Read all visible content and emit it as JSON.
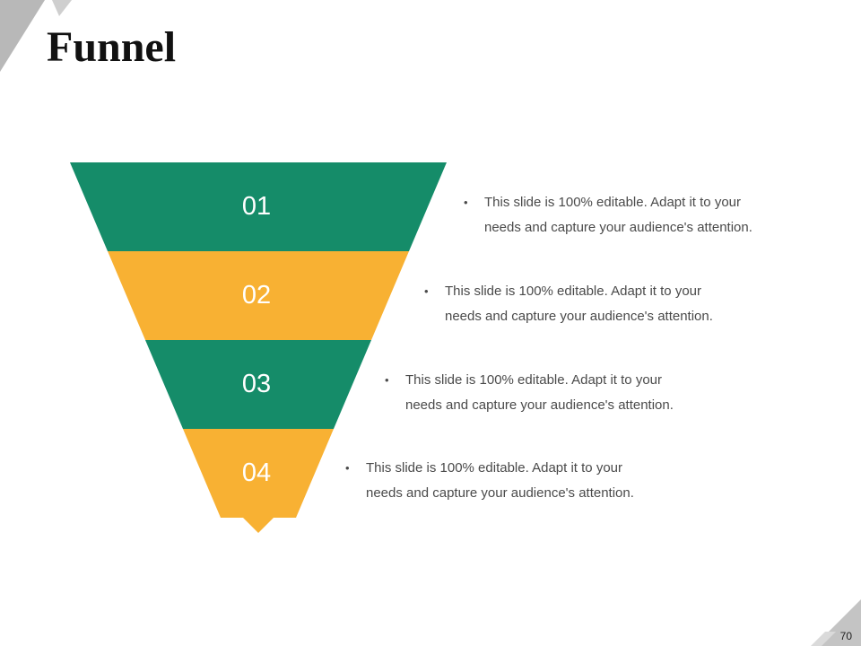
{
  "slide": {
    "title": "Funnel",
    "page_number": "70",
    "colors": {
      "green": "#158c69",
      "yellow": "#f8b133",
      "label": "#ffffff",
      "corner": "#b8b8b8"
    }
  },
  "funnel": {
    "stages": [
      {
        "label": "01",
        "color": "#158c69",
        "text": "This slide is 100% editable. Adapt it to your needs and capture your audience's attention.",
        "line1": "This slide is 100% editable. Adapt it to your",
        "line2": "needs and capture your audience's attention."
      },
      {
        "label": "02",
        "color": "#f8b133",
        "text": "This slide is 100% editable. Adapt it to your needs and capture your audience's attention.",
        "line1": "This slide is 100% editable. Adapt it to your",
        "line2": "needs and capture your audience's attention."
      },
      {
        "label": "03",
        "color": "#158c69",
        "text": "This slide is 100% editable. Adapt it to your needs and capture your audience's attention.",
        "line1": "This slide is 100% editable. Adapt it to your",
        "line2": "needs and capture your audience's attention."
      },
      {
        "label": "04",
        "color": "#f8b133",
        "text": "This slide is 100% editable. Adapt it to your needs and capture your audience's attention.",
        "line1": "This slide is 100% editable. Adapt it to your",
        "line2": "needs and capture your audience's attention."
      }
    ],
    "bullet_symbol": "•"
  }
}
